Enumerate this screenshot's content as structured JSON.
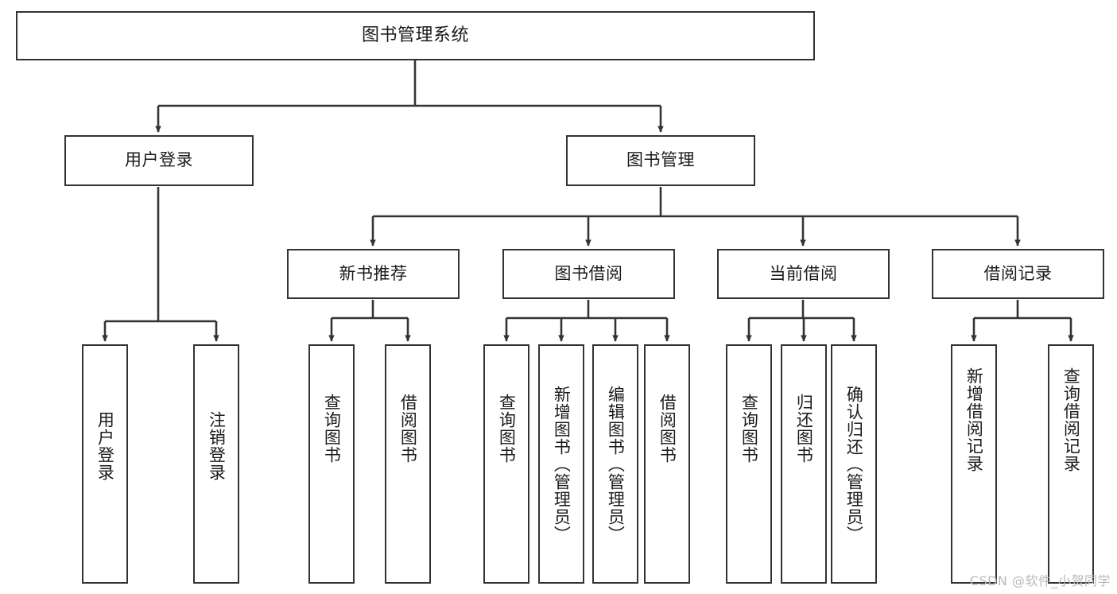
{
  "diagram": {
    "title": "图书管理系统",
    "type": "tree-hierarchy-flowchart",
    "colors": {
      "box_border": "#333333",
      "box_fill": "#ffffff",
      "edge": "#333333",
      "text": "#1b1b1b",
      "watermark": "#b9b9b9",
      "background": "#ffffff"
    },
    "watermark": "CSDN @软件_小贺同学",
    "levels": {
      "root": {
        "label": "图书管理系统"
      },
      "level2": [
        {
          "label": "用户登录"
        },
        {
          "label": "图书管理"
        }
      ],
      "level3": [
        {
          "label": "新书推荐"
        },
        {
          "label": "图书借阅"
        },
        {
          "label": "当前借阅"
        },
        {
          "label": "借阅记录"
        }
      ],
      "leaves": {
        "user_login": [
          {
            "label": "用户登录"
          },
          {
            "label": "注销登录"
          }
        ],
        "new_book_recommend": [
          {
            "label": "查询图书"
          },
          {
            "label": "借阅图书"
          }
        ],
        "book_borrow": [
          {
            "label": "查询图书"
          },
          {
            "label": "新增图书（管理员）"
          },
          {
            "label": "编辑图书（管理员）"
          },
          {
            "label": "借阅图书"
          }
        ],
        "current_borrow": [
          {
            "label": "查询图书"
          },
          {
            "label": "归还图书"
          },
          {
            "label": "确认归还（管理员）"
          }
        ],
        "borrow_record": [
          {
            "label": "新增借阅记录"
          },
          {
            "label": "查询借阅记录"
          }
        ]
      }
    }
  }
}
